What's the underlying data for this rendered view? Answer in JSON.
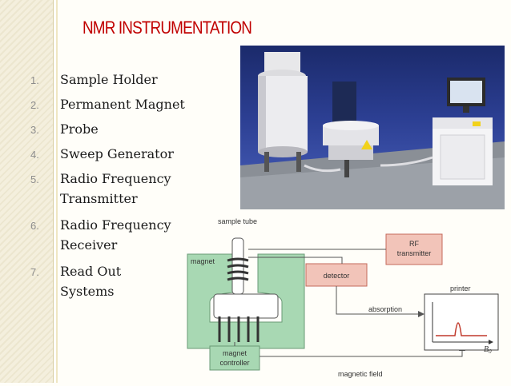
{
  "slide": {
    "title": "NMR INSTRUMENTATION",
    "items": [
      {
        "num": "1.",
        "lines": [
          "Sample Holder"
        ]
      },
      {
        "num": "2.",
        "lines": [
          "Permanent Magnet"
        ]
      },
      {
        "num": "3.",
        "lines": [
          "Probe"
        ]
      },
      {
        "num": "4.",
        "lines": [
          "Sweep Generator"
        ]
      },
      {
        "num": "5.",
        "lines": [
          "Radio Frequency",
          "Transmitter"
        ]
      },
      {
        "num": "6.",
        "lines": [
          "Radio Frequency",
          "Receiver"
        ]
      },
      {
        "num": "7.",
        "lines": [
          "Read Out",
          "Systems"
        ]
      }
    ]
  },
  "diagram": {
    "sample_tube": "sample tube",
    "magnet": "magnet",
    "rf_transmitter_1": "RF",
    "rf_transmitter_2": "transmitter",
    "detector": "detector",
    "printer": "printer",
    "absorption": "absorption",
    "b0_base": "B",
    "b0_sub": "0",
    "magnet_controller_1": "magnet",
    "magnet_controller_2": "controller",
    "magnetic_field": "magnetic field"
  },
  "colors": {
    "title": "#c00000",
    "magnet_fill": "#a8d8b3",
    "box_fill": "#f2c4b9",
    "box_stroke": "#c46a5a"
  }
}
